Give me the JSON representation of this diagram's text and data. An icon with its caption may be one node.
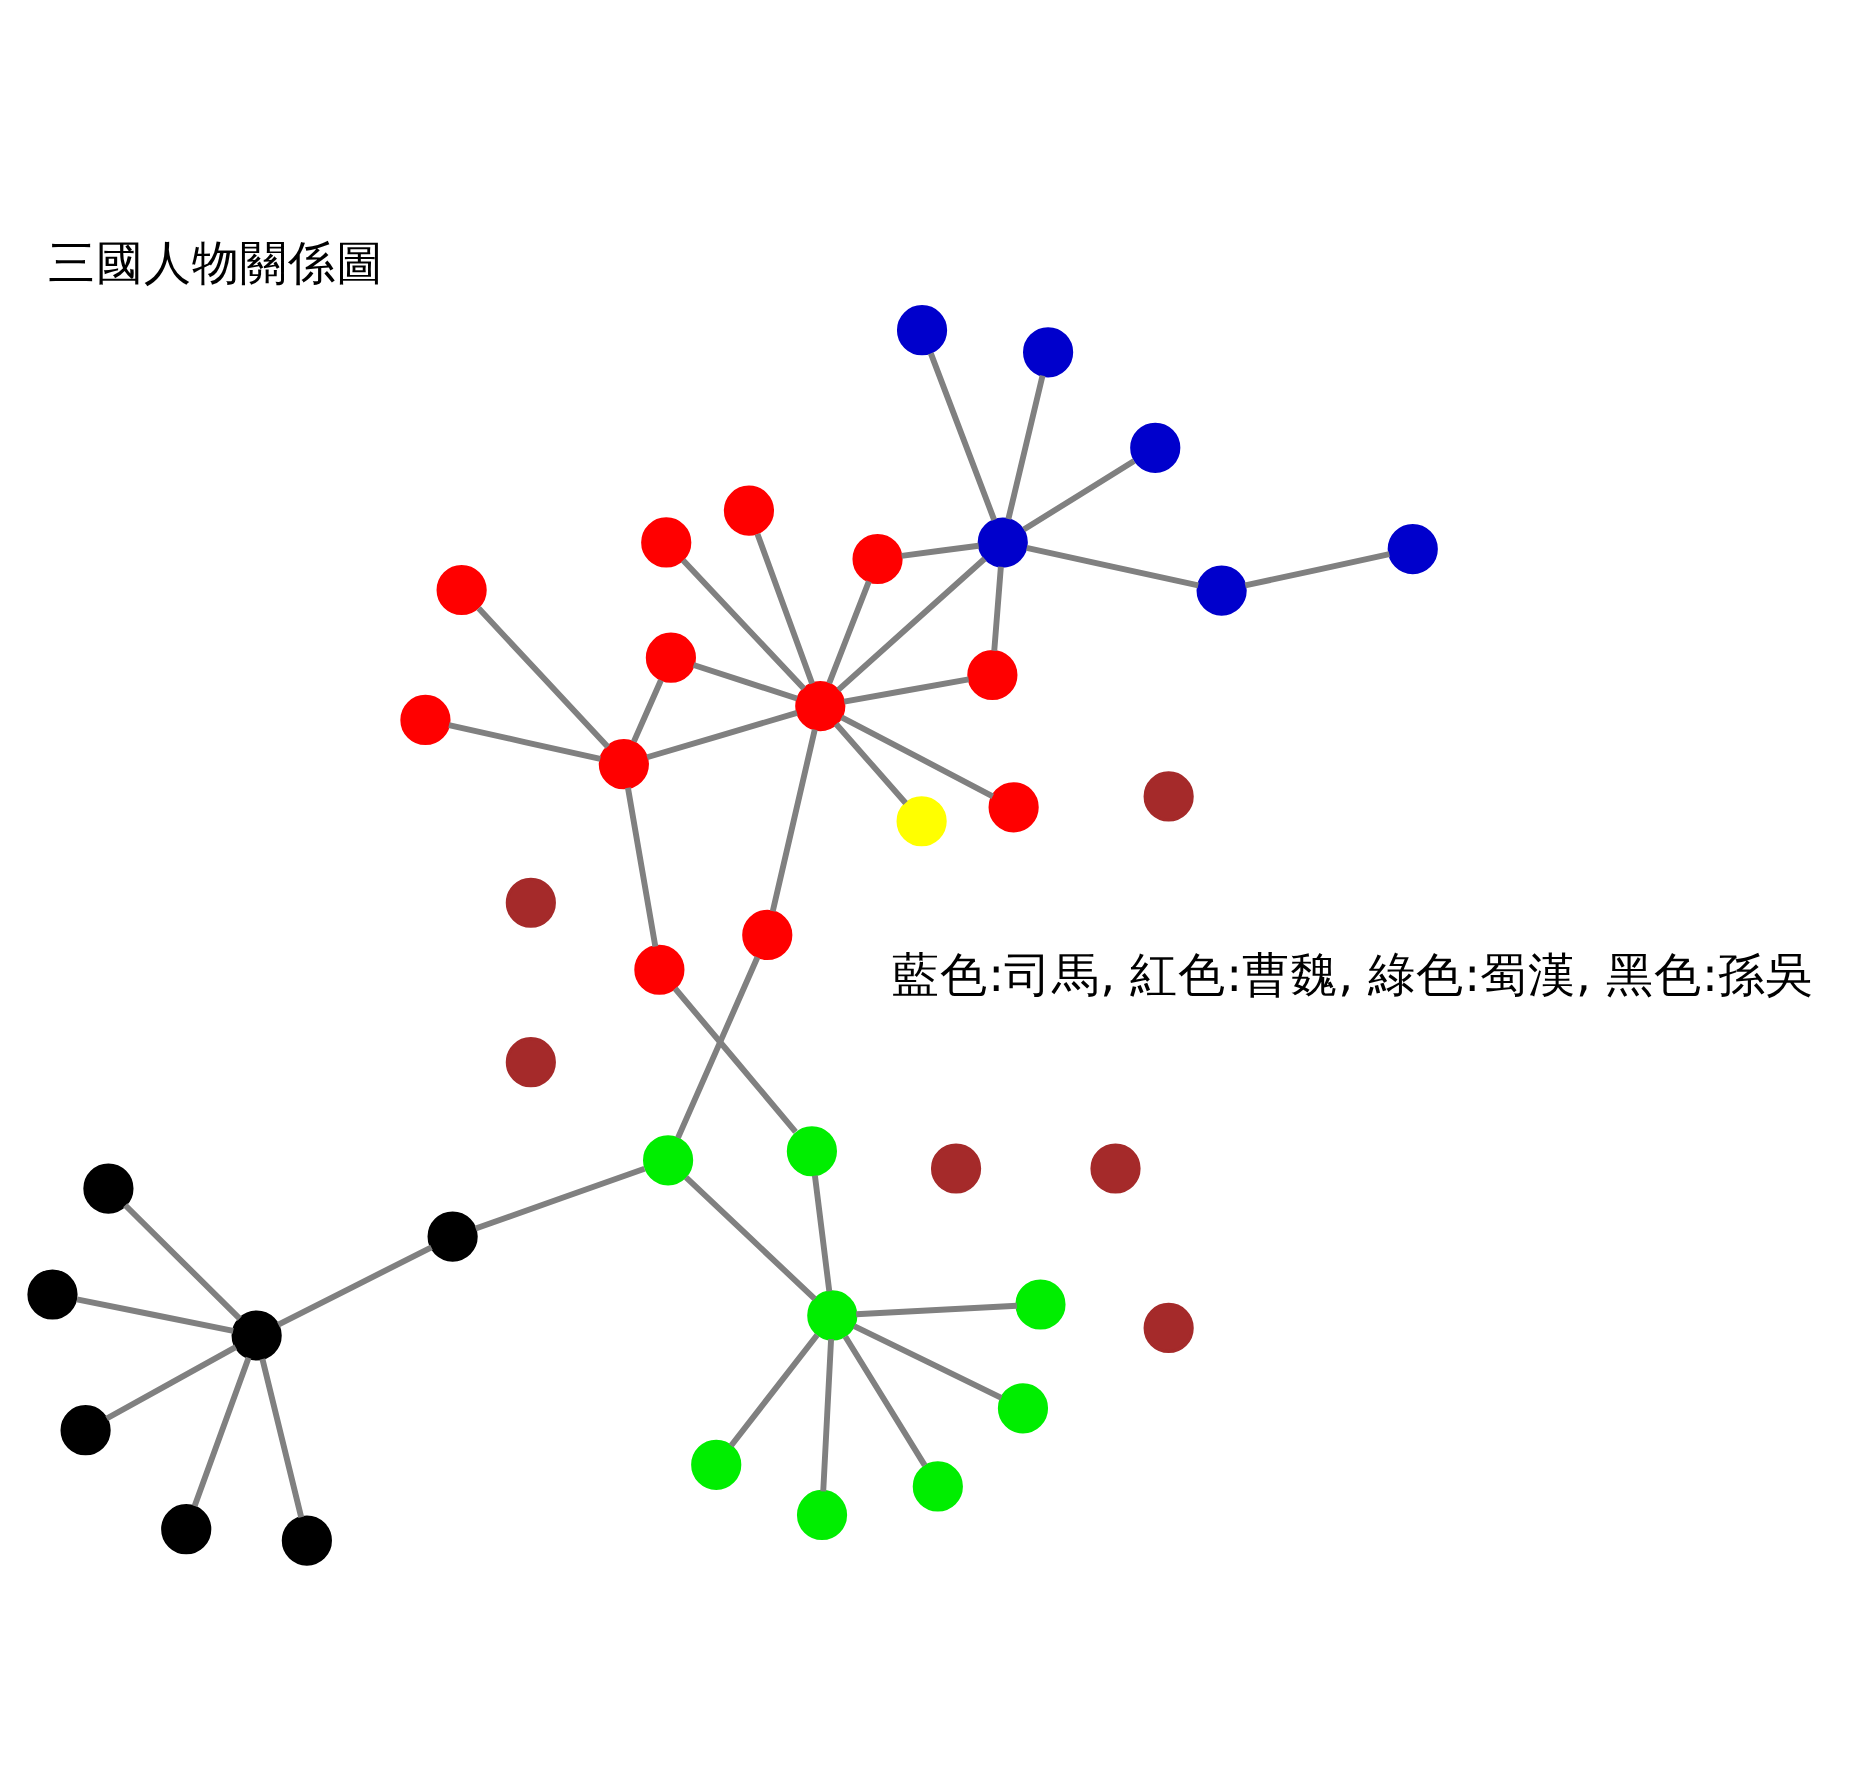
{
  "diagram": {
    "title": "三國人物關係圖",
    "nodes": [
      {
        "text": [],
        "shape": "circle"
      },
      {
        "text": [],
        "shape": "circle"
      },
      {
        "text": [],
        "shape": "circle"
      },
      {
        "text": [],
        "shape": "circle"
      },
      {
        "text": [],
        "shape": "circle"
      },
      {
        "text": [],
        "shape": "circle"
      },
      {
        "text": [],
        "shape": "circle"
      },
      {
        "text": [],
        "shape": "circle"
      },
      {
        "text": [],
        "shape": "circle"
      },
      {
        "text": [],
        "shape": "circle"
      },
      {
        "text": [],
        "shape": "circle"
      },
      {
        "text": [],
        "shape": "circle"
      },
      {
        "text": [],
        "shape": "circle"
      },
      {
        "text": [],
        "shape": "circle"
      },
      {
        "text": [],
        "shape": "circle"
      },
      {
        "text": [],
        "shape": "circle"
      },
      {
        "text": [],
        "shape": "circle"
      },
      {
        "text": [],
        "shape": "circle"
      },
      {
        "text": [],
        "shape": "circle"
      },
      {
        "text": [],
        "shape": "circle"
      },
      {
        "text": [],
        "shape": "circle"
      },
      {
        "text": [],
        "shape": "circle"
      },
      {
        "text": [],
        "shape": "circle"
      },
      {
        "text": [],
        "shape": "circle"
      },
      {
        "text": [],
        "shape": "circle"
      },
      {
        "text": [],
        "shape": "circle"
      },
      {
        "text": [],
        "shape": "circle"
      },
      {
        "text": [],
        "shape": "circle"
      },
      {
        "text": [],
        "shape": "circle"
      },
      {
        "text": [],
        "shape": "circle"
      },
      {
        "text": [],
        "shape": "circle"
      },
      {
        "text": [],
        "shape": "circle"
      },
      {
        "text": [],
        "shape": "circle"
      },
      {
        "text": [],
        "shape": "circle"
      },
      {
        "text": [],
        "shape": "circle"
      },
      {
        "text": [],
        "shape": "circle"
      },
      {
        "text": [],
        "shape": "circle"
      },
      {
        "text": [],
        "shape": "circle"
      },
      {
        "text": [],
        "shape": "circle"
      },
      {
        "text": [],
        "shape": "circle"
      }
    ],
    "edges": [
      {
        "from": 5,
        "to": 2,
        "arrow": "none"
      },
      {
        "from": 5,
        "to": 1,
        "arrow": "none"
      },
      {
        "from": 5,
        "to": 3,
        "arrow": "none"
      },
      {
        "from": 5,
        "to": 8,
        "arrow": "none"
      },
      {
        "from": 5,
        "to": 7,
        "arrow": "none"
      },
      {
        "from": 5,
        "to": 10,
        "arrow": "none"
      },
      {
        "from": 10,
        "to": 14,
        "arrow": "none"
      },
      {
        "from": 18,
        "to": 14,
        "arrow": "none"
      },
      {
        "from": 18,
        "to": 17,
        "arrow": "none"
      },
      {
        "from": 18,
        "to": 11,
        "arrow": "none"
      },
      {
        "from": 18,
        "to": 12,
        "arrow": "none"
      },
      {
        "from": 18,
        "to": 15,
        "arrow": "none"
      },
      {
        "from": 18,
        "to": 25,
        "arrow": "none"
      },
      {
        "from": 18,
        "to": 27,
        "arrow": "none"
      },
      {
        "from": 14,
        "to": 20,
        "arrow": "none"
      },
      {
        "from": 27,
        "to": 31,
        "arrow": "none"
      },
      {
        "from": 9,
        "to": 13,
        "arrow": "none"
      },
      {
        "from": 13,
        "to": 24,
        "arrow": "none"
      },
      {
        "from": 16,
        "to": 24,
        "arrow": "none"
      },
      {
        "from": 19,
        "to": 24,
        "arrow": "none"
      },
      {
        "from": 24,
        "to": 26,
        "arrow": "none"
      },
      {
        "from": 24,
        "to": 29,
        "arrow": "none"
      },
      {
        "from": 24,
        "to": 21,
        "arrow": "none"
      },
      {
        "from": 24,
        "to": 30,
        "arrow": "none"
      },
      {
        "from": 29,
        "to": 20,
        "arrow": "none"
      },
      {
        "from": 29,
        "to": 23,
        "arrow": "none"
      },
      {
        "from": 29,
        "to": 28,
        "arrow": "none"
      },
      {
        "from": 29,
        "to": 21,
        "arrow": "none"
      },
      {
        "from": 29,
        "to": 30,
        "arrow": "none"
      },
      {
        "from": 29,
        "to": 32,
        "arrow": "none"
      },
      {
        "from": 29,
        "to": 33,
        "arrow": "none"
      },
      {
        "from": 29,
        "to": 37,
        "arrow": "none"
      },
      {
        "from": 29,
        "to": 34,
        "arrow": "none"
      },
      {
        "from": 34,
        "to": 37,
        "arrow": "none"
      },
      {
        "from": 34,
        "to": 31,
        "arrow": "none"
      },
      {
        "from": 34,
        "to": 36,
        "arrow": "none"
      },
      {
        "from": 34,
        "to": 38,
        "arrow": "none"
      }
    ],
    "labels": [
      "藍色:司馬, 紅色:曹魏, 綠色:蜀漢, 黑色:孫吳"
    ]
  }
}
